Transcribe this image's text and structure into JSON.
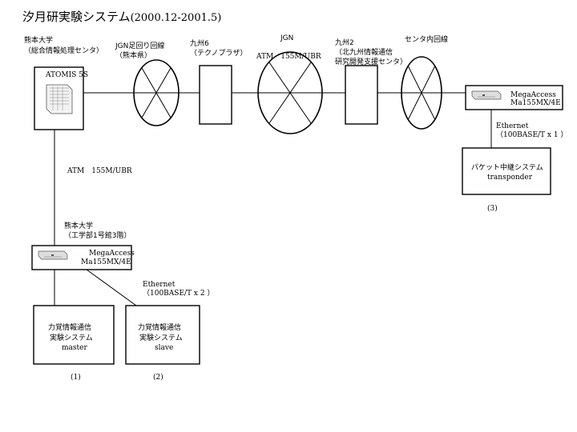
{
  "title": {
    "main": "汐月研実験システム",
    "period": "(2000.12-2001.5)"
  },
  "top_labels": {
    "kumamoto_univ_line1": "熊本大学",
    "kumamoto_univ_line2": "（総合情報処理センタ）",
    "jgn_line1": "JGN足回り回線",
    "jgn_line2": "（熊本県）",
    "kyushu6_line1": "九州6",
    "kyushu6_line2": "（テクノプラザ）",
    "jgn_center": "JGN",
    "atm_center": "ATM　155M/UBR",
    "kyushu2_line1": "九州2",
    "kyushu2_line2": "（北九州情報通信",
    "kyushu2_line3": "研究開発支援センタ）",
    "center_line": "センタ内回線"
  },
  "atomis": {
    "label": "ATOMIS 5S"
  },
  "vertical_link": {
    "label": "ATM　155M/UBR"
  },
  "mega_top": {
    "line1": "MegaAccess",
    "line2": "Ma155MX/4E"
  },
  "ethernet_top": {
    "line1": "Ethernet",
    "line2": "（100BASE/T x 1 ）"
  },
  "transponder": {
    "line1": "パケット中継システム",
    "line2": "transponder",
    "num": "(3)"
  },
  "kumamoto_eng": {
    "line1": "熊本大学",
    "line2": "（工学部1号館3階）"
  },
  "mega_bottom": {
    "line1": "MegaAccess",
    "line2": "Ma155MX/4E"
  },
  "ethernet_bottom": {
    "line1": "Ethernet",
    "line2": "（100BASE/T x 2 ）"
  },
  "master": {
    "line1": "力覚情報通信",
    "line2": "実験システム",
    "line3": "master",
    "num": "(1)"
  },
  "slave": {
    "line1": "力覚情報通信",
    "line2": "実験システム",
    "line3": "slave",
    "num": "(2)"
  }
}
